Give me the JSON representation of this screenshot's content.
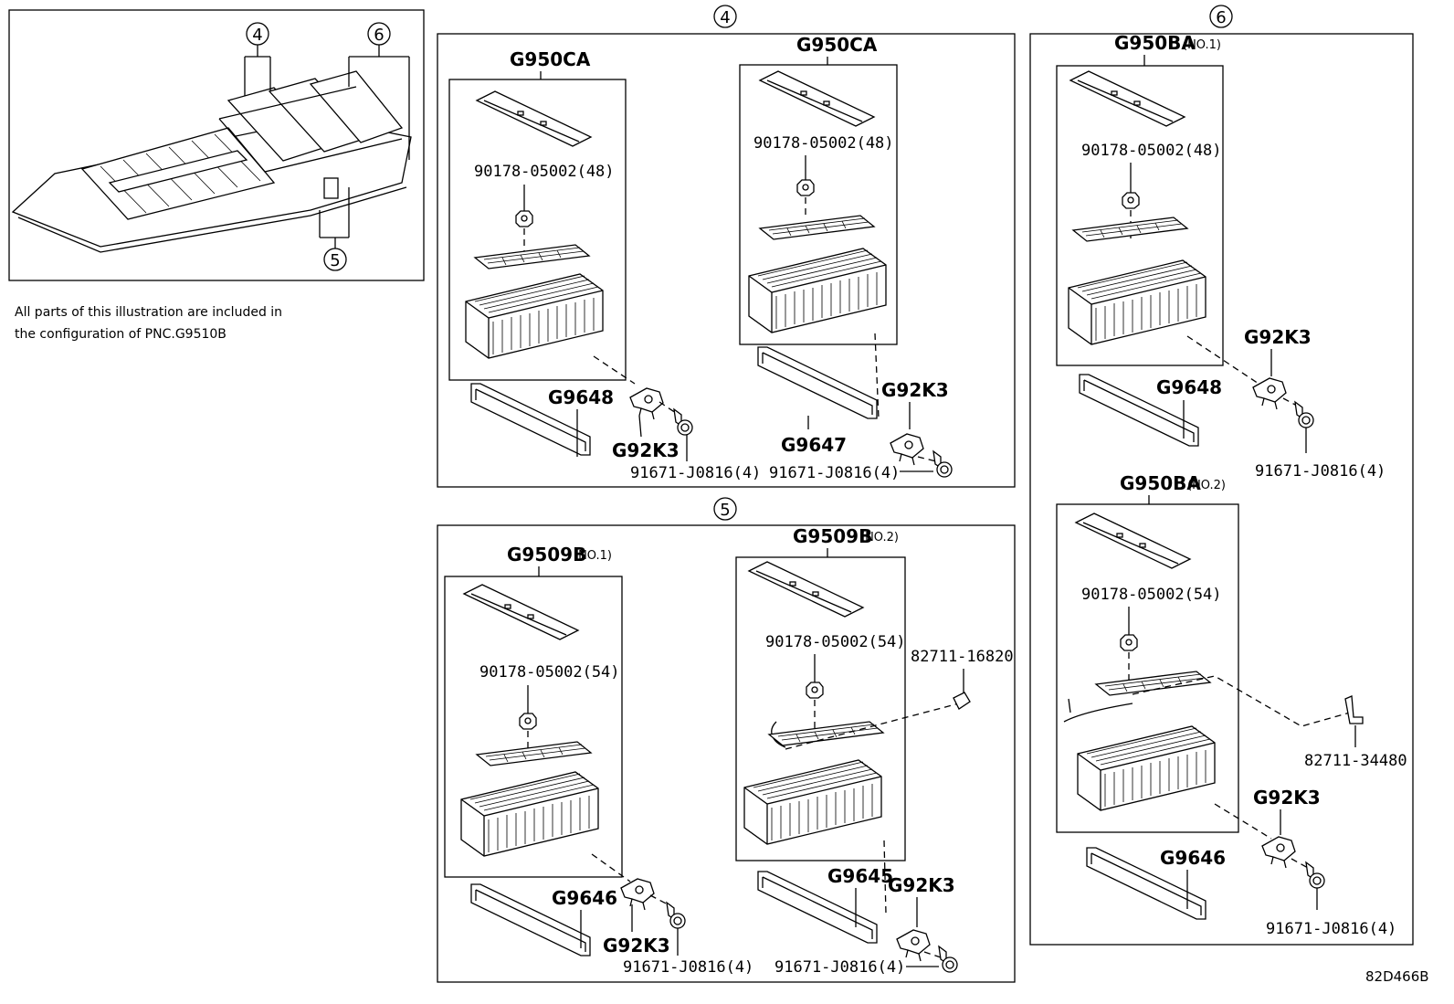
{
  "overview": {
    "callouts": [
      "4",
      "6",
      "5"
    ],
    "note_line1": "All parts of this illustration are included in",
    "note_line2": "the configuration of PNC.G9510B"
  },
  "sections": {
    "s4": {
      "number": "4",
      "left": {
        "group": "G950CA",
        "nut": "90178-05002(48)",
        "cover": "G9648",
        "bracket": "G92K3",
        "bolt": "91671-J0816(4)"
      },
      "right": {
        "group": "G950CA",
        "nut": "90178-05002(48)",
        "cover": "G9647",
        "bracket": "G92K3",
        "bolt": "91671-J0816(4)"
      }
    },
    "s5": {
      "number": "5",
      "left": {
        "group": "G9509B",
        "qualifier": "(NO.1)",
        "nut": "90178-05002(54)",
        "cover": "G9646",
        "bracket": "G92K3",
        "bolt": "91671-J0816(4)"
      },
      "right": {
        "group": "G9509B",
        "qualifier": "(NO.2)",
        "nut": "90178-05002(54)",
        "cover": "G9645",
        "bracket": "G92K3",
        "bolt": "91671-J0816(4)",
        "clip": "82711-16820"
      }
    },
    "s6": {
      "number": "6",
      "top": {
        "group": "G950BA",
        "qualifier": "(NO.1)",
        "nut": "90178-05002(48)",
        "cover": "G9648",
        "bracket": "G92K3",
        "bolt": "91671-J0816(4)"
      },
      "bottom": {
        "group": "G950BA",
        "qualifier": "(NO.2)",
        "nut": "90178-05002(54)",
        "cover": "G9646",
        "bracket": "G92K3",
        "bolt": "91671-J0816(4)",
        "clip": "82711-34480"
      }
    }
  },
  "drawing_code": "82D466B"
}
